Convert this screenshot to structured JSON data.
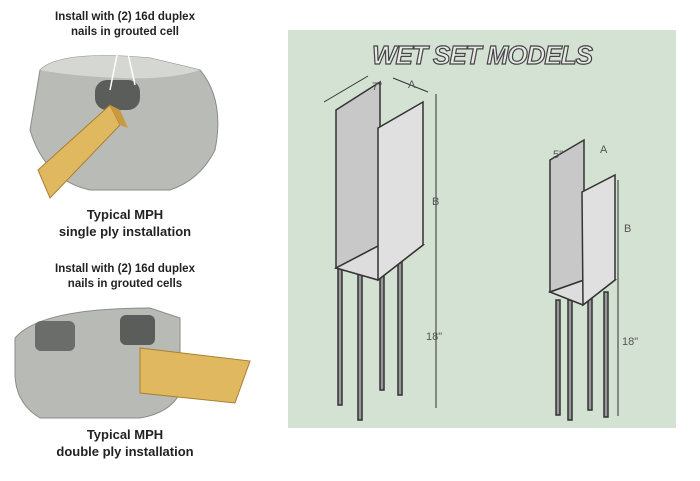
{
  "single_ply": {
    "note_line1": "Install with (2) 16d duplex",
    "note_line2": "nails in grouted cell",
    "caption_line1": "Typical MPH",
    "caption_line2": "single ply installation"
  },
  "double_ply": {
    "note_line1": "Install with (2) 16d duplex",
    "note_line2": "nails in grouted cells",
    "caption_line1": "Typical MPH",
    "caption_line2": "double ply installation"
  },
  "wet_set": {
    "title": "WET SET MODELS",
    "large": {
      "width": "7\"",
      "depth": "A",
      "height": "B",
      "embed": "18\""
    },
    "small": {
      "width": "5\"",
      "depth": "A",
      "height": "B",
      "embed": "18\""
    }
  }
}
